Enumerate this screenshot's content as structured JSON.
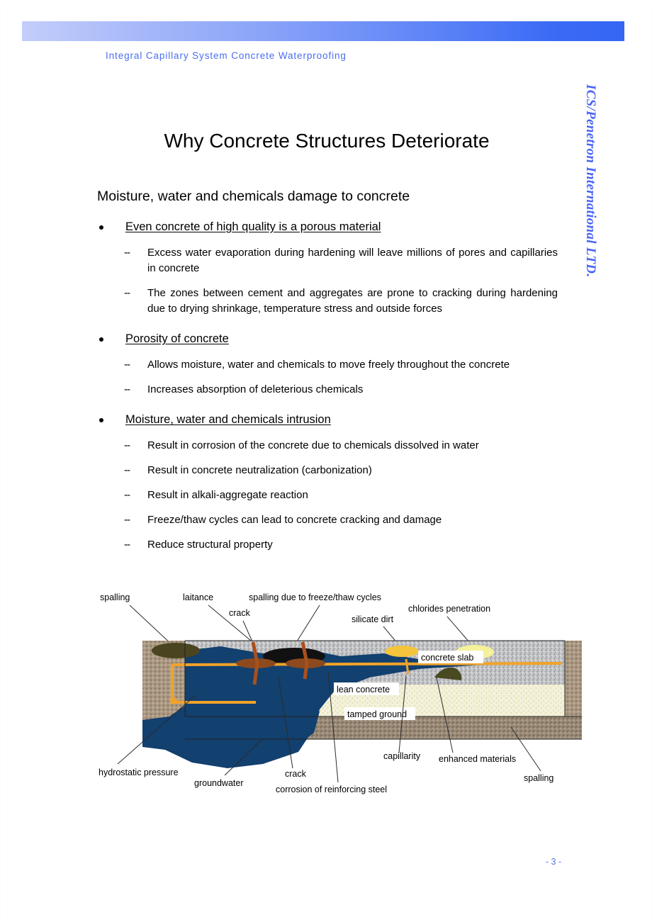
{
  "header": {
    "brand_line": "Integral Capillary System Concrete Waterproofing",
    "side_brand": "ICS/Penetron International LTD.",
    "bar_gradient_start": "#c3cefb",
    "bar_gradient_end": "#3465f4",
    "text_color": "#4a6df0"
  },
  "title": "Why Concrete Structures Deteriorate",
  "subtitle": "Moisture, water and chemicals damage to concrete",
  "sections": [
    {
      "heading": "Even concrete of high quality is a porous material",
      "items": [
        "Excess water evaporation during hardening will leave millions of pores and capillaries in concrete",
        "The zones between cement and aggregates are prone to cracking during hardening due to drying shrinkage, temperature stress and outside forces"
      ]
    },
    {
      "heading": "Porosity of concrete",
      "items": [
        "Allows moisture, water and chemicals to move freely throughout the concrete",
        "Increases absorption of deleterious chemicals"
      ]
    },
    {
      "heading": "Moisture, water and chemicals intrusion",
      "items": [
        "Result in corrosion of the concrete due to chemicals dissolved in water",
        "Result in concrete neutralization (carbonization)",
        "Result in alkali-aggregate reaction",
        "Freeze/thaw cycles can lead to concrete cracking and damage",
        "Reduce structural property"
      ]
    }
  ],
  "diagram": {
    "labels_top": [
      "spalling",
      "laitance",
      "crack",
      "spalling due to freeze/thaw cycles",
      "silicate dirt",
      "chlorides penetration"
    ],
    "labels_inner": [
      "concrete slab",
      "lean concrete",
      "tamped ground"
    ],
    "labels_bottom": [
      "hydrostatic pressure",
      "groundwater",
      "crack",
      "corrosion of reinforcing steel",
      "capillarity",
      "enhanced materials",
      "spalling"
    ],
    "colors": {
      "groundwater": "#12406f",
      "concrete_slab": "#bfc0c2",
      "lean_concrete": "#f2f0d8",
      "tamped_ground": "#9a8573",
      "rebar": "#f0a32a",
      "corrosion": "#8d4a1e",
      "silicate_dirt": "#f3c43c",
      "chlorides": "#f5f09a",
      "spalling_dark": "#4a4420"
    }
  },
  "footer": {
    "page_number": "- 3 -"
  }
}
